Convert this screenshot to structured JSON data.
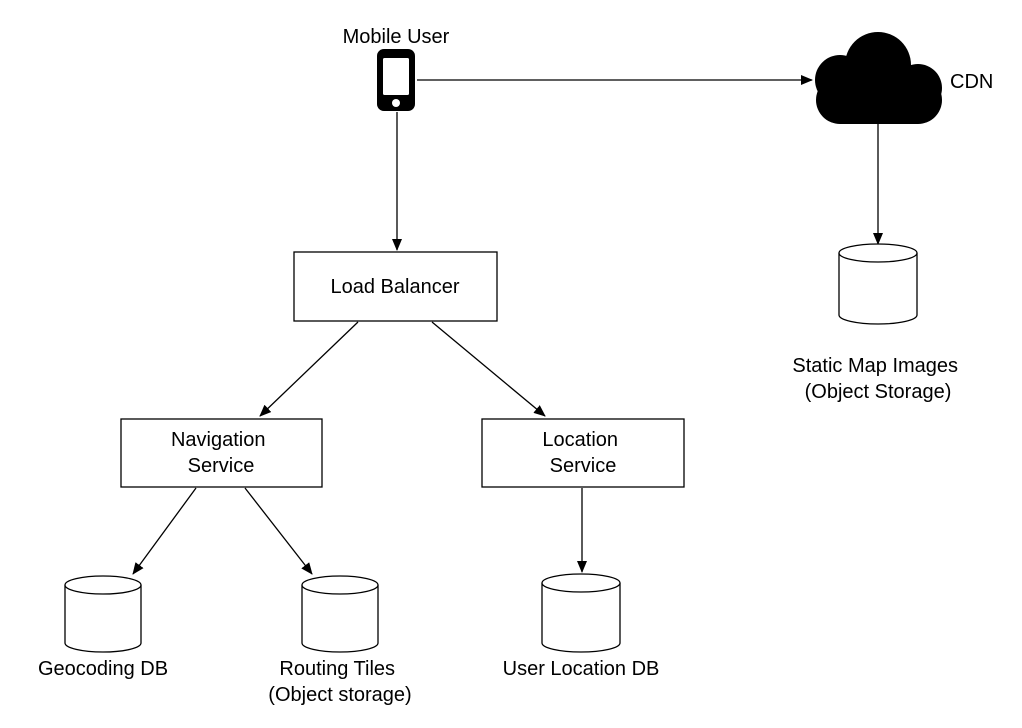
{
  "nodes": {
    "mobile_user": {
      "label": "Mobile User"
    },
    "cdn": {
      "label": "CDN"
    },
    "load_balancer": {
      "label": "Load Balancer"
    },
    "navigation_service": {
      "label_line1": "Navigation",
      "label_line2": "Service"
    },
    "location_service": {
      "label_line1": "Location",
      "label_line2": "Service"
    },
    "static_map_images": {
      "label_line1": "Static Map Images",
      "label_line2": "(Object Storage)"
    },
    "geocoding_db": {
      "label": "Geocoding DB"
    },
    "routing_tiles": {
      "label_line1": "Routing Tiles",
      "label_line2": "(Object storage)"
    },
    "user_location_db": {
      "label": "User Location DB"
    }
  },
  "icons": {
    "mobile_user": "smartphone-icon",
    "cdn": "cloud-icon",
    "storage": "database-cylinder-icon"
  },
  "colors": {
    "stroke": "#000000",
    "fill": "#ffffff",
    "icon_fill": "#000000"
  }
}
